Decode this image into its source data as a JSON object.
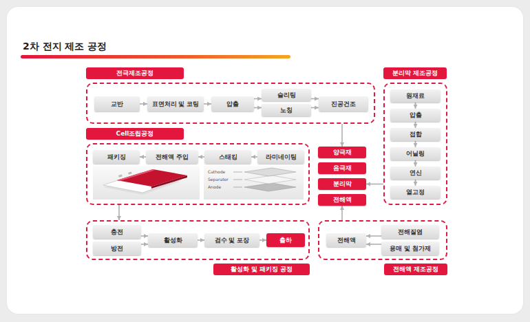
{
  "diagram": {
    "title": "2차 전지 제조 공정",
    "nodes": [
      {
        "text": [
          "전극제조공정"
        ]
      },
      {
        "text": [
          "교반"
        ],
        "in": 0
      },
      {
        "text": [
          "표면처리 및 코팅"
        ],
        "in": 0
      },
      {
        "text": [
          "압출"
        ],
        "in": 0
      },
      {
        "text": [
          "슬리팅"
        ],
        "in": 0
      },
      {
        "text": [
          "노칭"
        ],
        "in": 0
      },
      {
        "text": [
          "진공건조"
        ],
        "in": 0
      },
      {
        "text": [
          "분리막 제조공정"
        ]
      },
      {
        "text": [
          "원재료"
        ],
        "in": 7
      },
      {
        "text": [
          "압출"
        ],
        "in": 7
      },
      {
        "text": [
          "접합"
        ],
        "in": 7
      },
      {
        "text": [
          "어닐링"
        ],
        "in": 7
      },
      {
        "text": [
          "연신"
        ],
        "in": 7
      },
      {
        "text": [
          "열고정"
        ],
        "in": 7
      },
      {
        "text": [
          "Cell조립공정"
        ]
      },
      {
        "text": [
          "패키징"
        ],
        "in": 14
      },
      {
        "text": [
          "전해액 주입"
        ],
        "in": 14
      },
      {
        "text": [
          "스태킹"
        ],
        "in": 14
      },
      {
        "text": [
          "라미네이팅"
        ],
        "in": 14
      },
      {
        "text": [
          "양극재"
        ]
      },
      {
        "text": [
          "음극재"
        ]
      },
      {
        "text": [
          "분리막"
        ]
      },
      {
        "text": [
          "전해액"
        ]
      },
      {
        "text": [
          "활성화 및 패키징 공정"
        ]
      },
      {
        "text": [
          "충전"
        ],
        "in": 23
      },
      {
        "text": [
          "방전"
        ],
        "in": 23
      },
      {
        "text": [
          "활성화"
        ],
        "in": 23
      },
      {
        "text": [
          "검수 및 포장"
        ],
        "in": 23
      },
      {
        "text": [
          "출하"
        ],
        "in": 23
      },
      {
        "text": [
          "전해액 제조공정"
        ]
      },
      {
        "text": [
          "전해액"
        ],
        "in": 29
      },
      {
        "text": [
          "전해질염"
        ],
        "in": 29
      },
      {
        "text": [
          "용매 및 첨가제"
        ],
        "in": 29
      }
    ],
    "edges": [
      {
        "from": 1,
        "to": 2,
        "arrow": "to"
      },
      {
        "from": 2,
        "to": 3,
        "arrow": "to"
      },
      {
        "from": 3,
        "to": 4,
        "arrow": "to"
      },
      {
        "from": 3,
        "to": 5,
        "arrow": "to"
      },
      {
        "from": 4,
        "to": 6,
        "arrow": "to"
      },
      {
        "from": 5,
        "to": 6,
        "arrow": "to"
      },
      {
        "from": 8,
        "to": 9,
        "arrow": "to"
      },
      {
        "from": 9,
        "to": 10,
        "arrow": "to"
      },
      {
        "from": 10,
        "to": 11,
        "arrow": "to"
      },
      {
        "from": 11,
        "to": 12,
        "arrow": "to"
      },
      {
        "from": 12,
        "to": 13,
        "arrow": "to"
      },
      {
        "from": 18,
        "to": 17,
        "arrow": "to"
      },
      {
        "from": 17,
        "to": 16,
        "arrow": "to"
      },
      {
        "from": 16,
        "to": 15,
        "arrow": "to"
      },
      {
        "from": 0,
        "to": 19,
        "arrow": "to"
      },
      {
        "from": 7,
        "to": 21,
        "arrow": "to"
      },
      {
        "from": 14,
        "to": 23,
        "arrow": "to"
      },
      {
        "from": 29,
        "to": 22,
        "arrow": "to"
      },
      {
        "from": 24,
        "to": 26,
        "arrow": "to"
      },
      {
        "from": 25,
        "to": 26,
        "arrow": "to"
      },
      {
        "from": 26,
        "to": 27,
        "arrow": "to"
      },
      {
        "from": 27,
        "to": 28,
        "arrow": "to"
      },
      {
        "from": 31,
        "to": 30,
        "arrow": "to"
      },
      {
        "from": 32,
        "to": 30,
        "arrow": "to"
      }
    ],
    "labels": [
      "Cathode",
      "Separator",
      "Anode"
    ]
  }
}
